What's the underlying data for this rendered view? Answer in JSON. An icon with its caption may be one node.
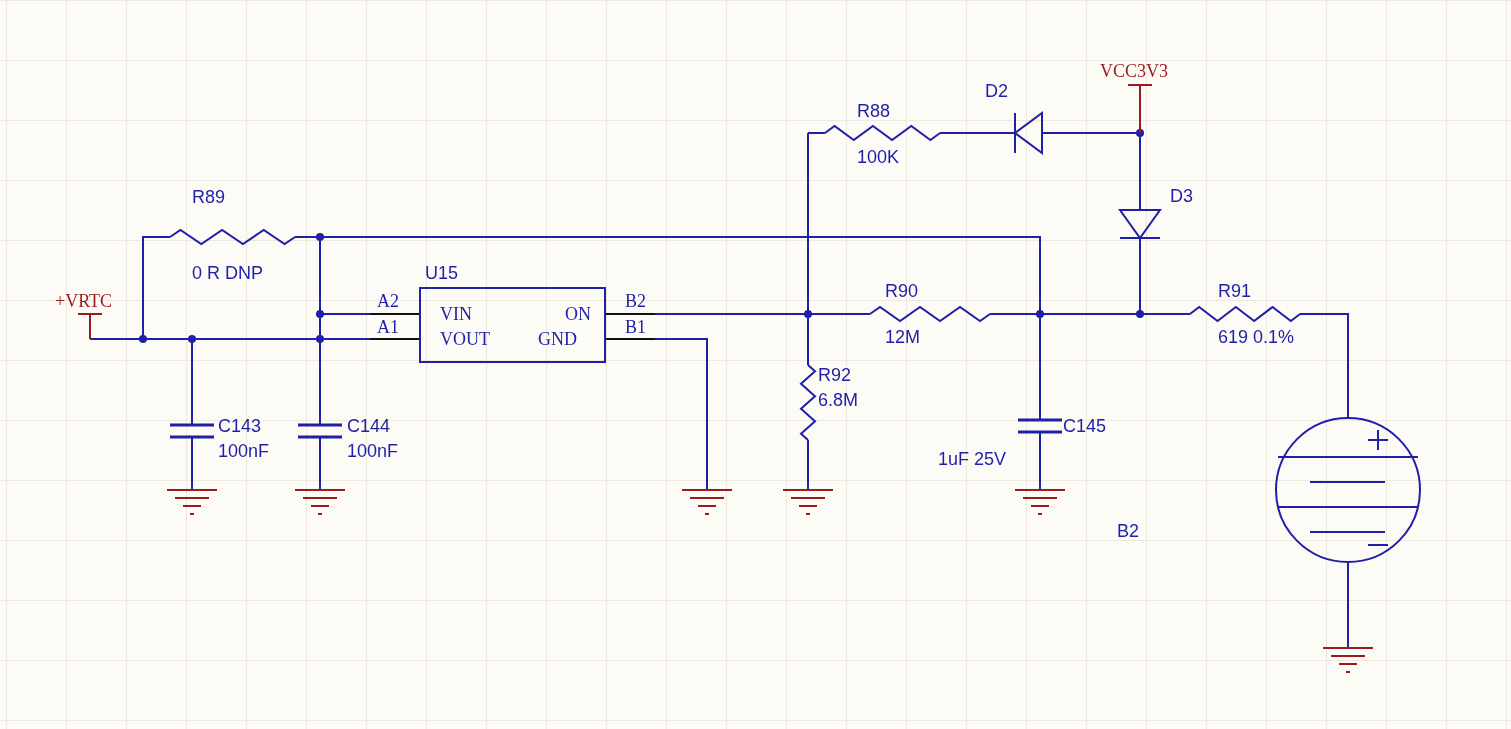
{
  "diagram": {
    "labels": [
      "VCC3V3",
      "R88",
      "D2",
      "100K",
      "R89",
      "D3",
      "0 R DNP",
      "U15",
      "+VRTC",
      "A2",
      "VIN",
      "ON",
      "B2",
      "R90",
      "R91",
      "A1",
      "VOUT",
      "GND",
      "B1",
      "12M",
      "619 0.1%",
      "R92",
      "6.8M",
      "C143",
      "C144",
      "C145",
      "100nF",
      "100nF",
      "1uF 25V",
      "B2"
    ]
  }
}
